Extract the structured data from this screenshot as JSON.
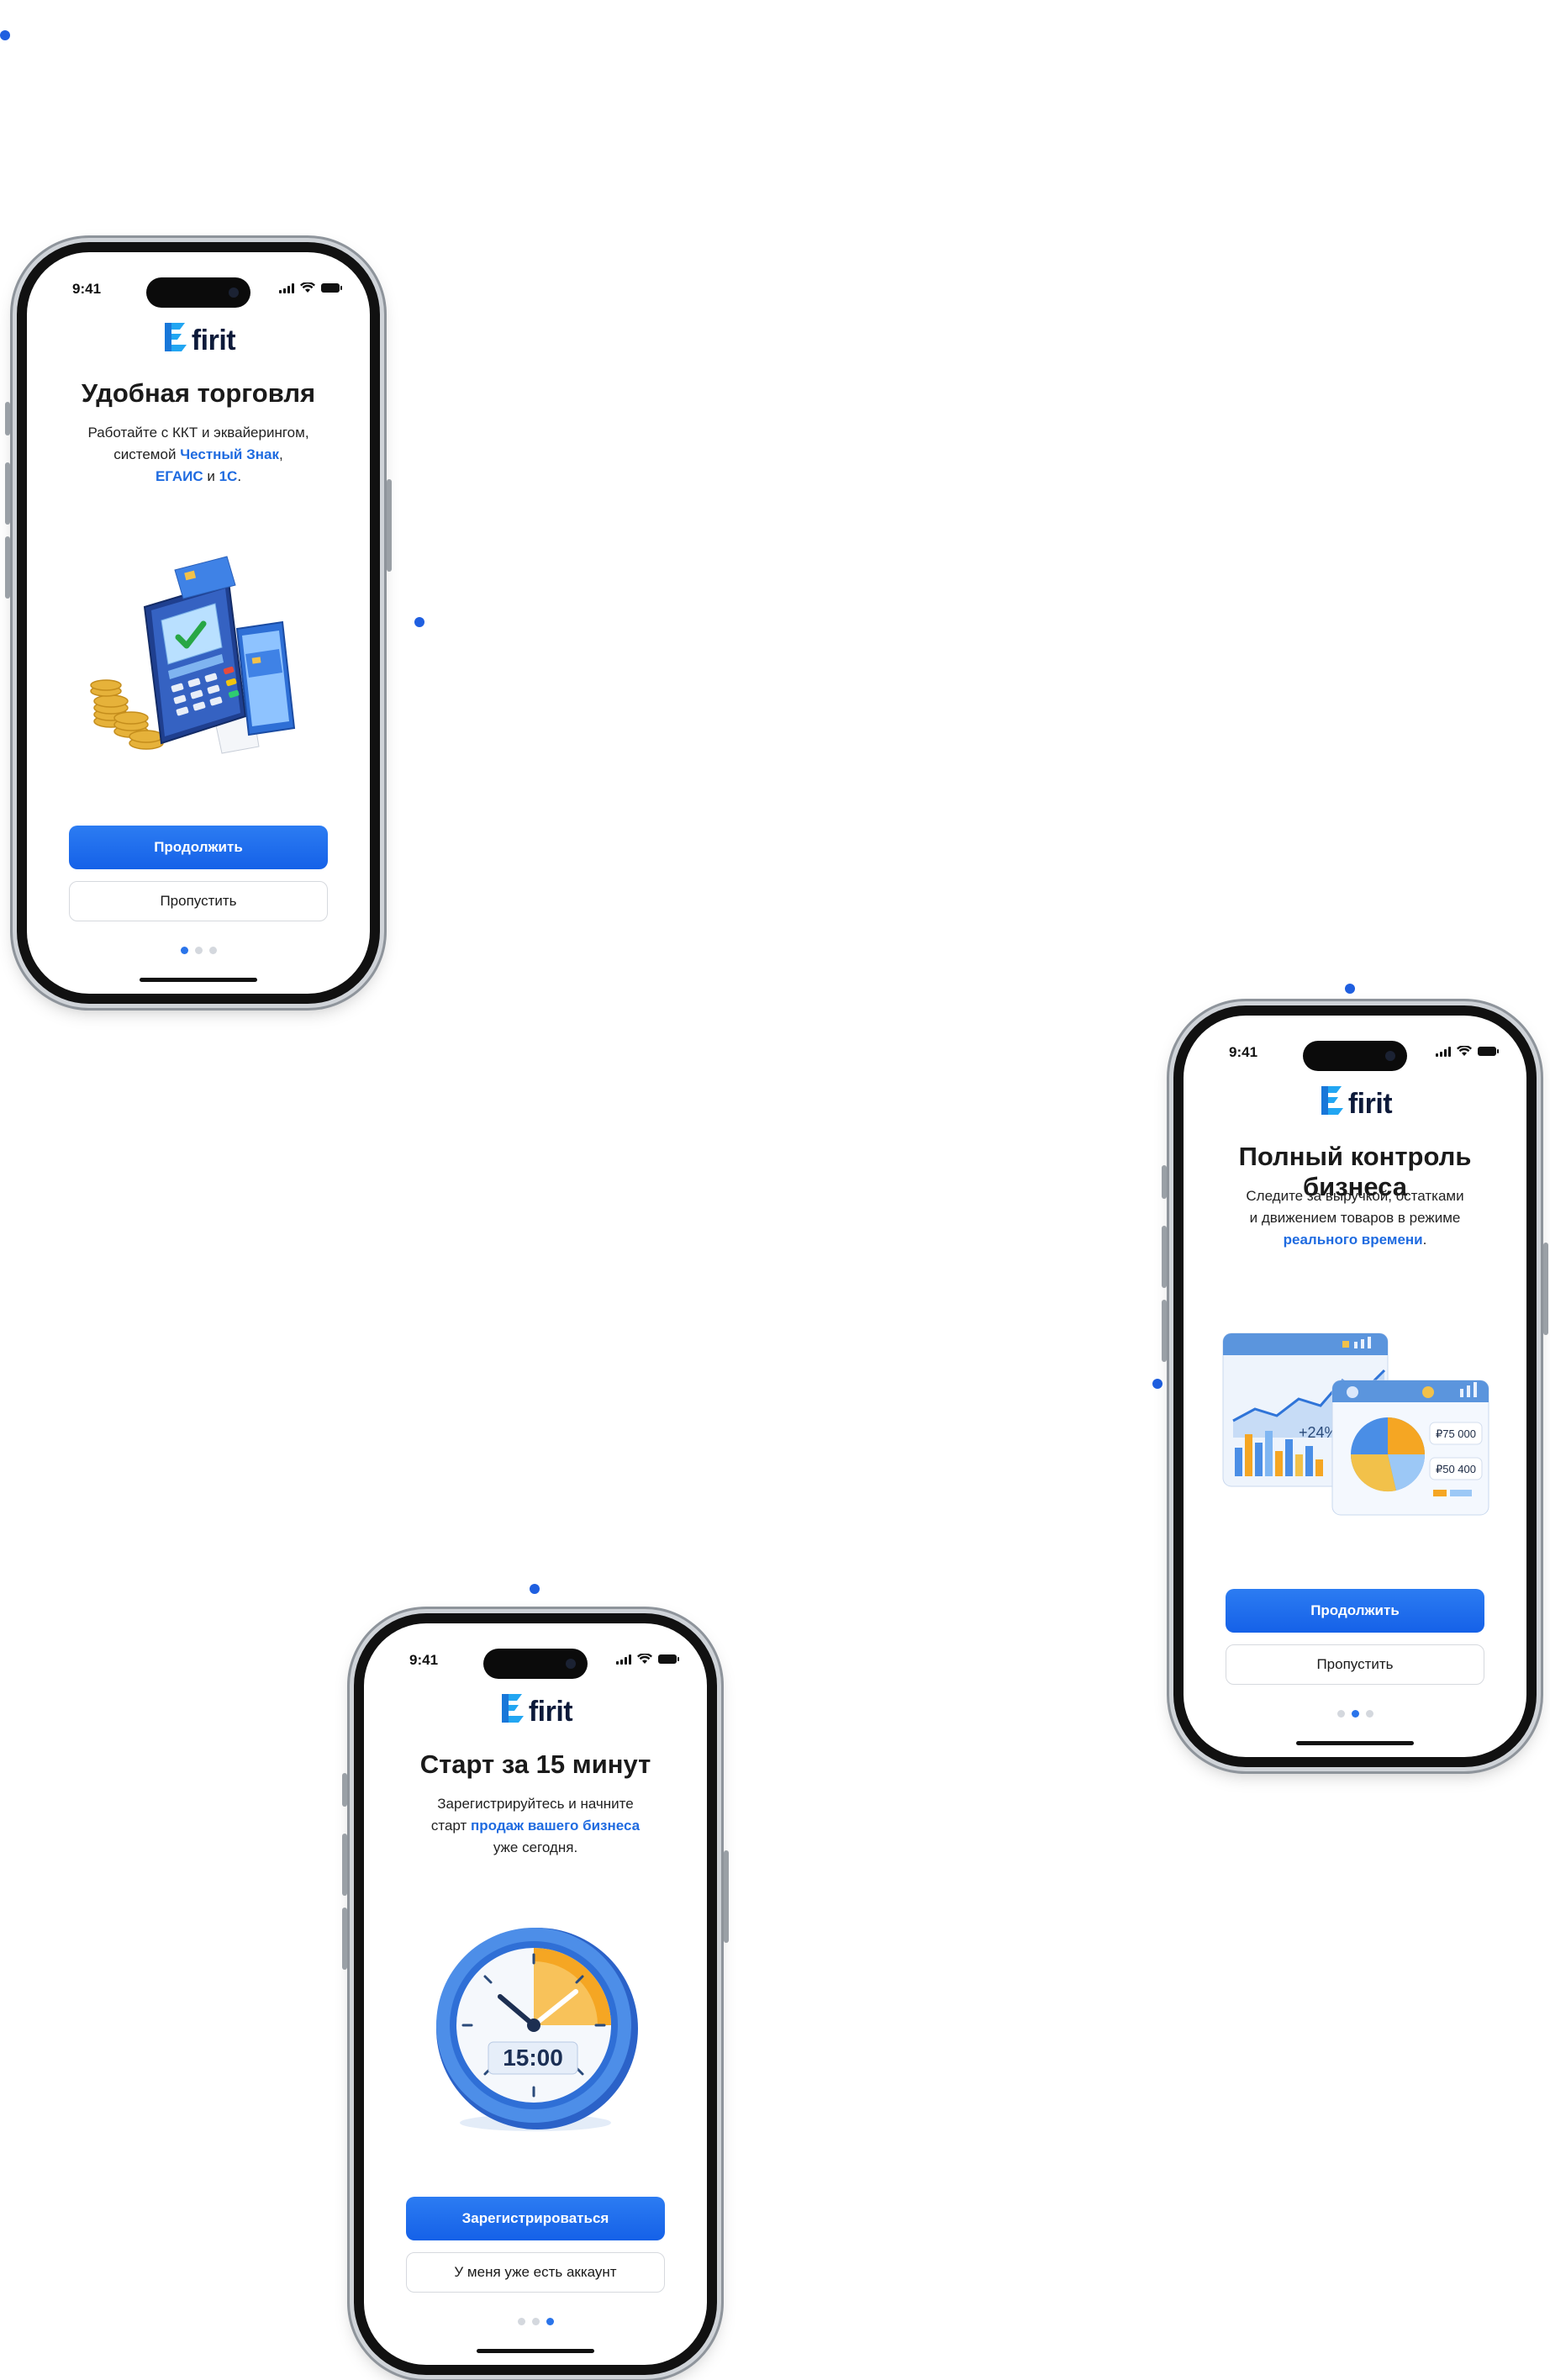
{
  "colors": {
    "accent": "#1f6be0",
    "dot": "#1f5fe0"
  },
  "screens": [
    {
      "time": "9:41",
      "logo_text": "firit",
      "title": "Удобная торговля",
      "desc_pre1": "Работайте с ККТ и эквайерингом,",
      "desc_pre2": "системой ",
      "link1": "Честный Знак",
      "sep1": ",",
      "link2": "ЕГАИС",
      "sep2": " и ",
      "link3": "1С",
      "end": ".",
      "primary": "Продолжить",
      "secondary": "Пропустить",
      "active_page": 1,
      "illustration": "payment-terminal-icon"
    },
    {
      "time": "9:41",
      "logo_text": "firit",
      "title": "Полный контроль бизнеса",
      "desc_pre1": "Следите за выручкой, остатками",
      "desc_pre2": "и движением товаров в режиме",
      "link1": "реального времени",
      "end": ".",
      "primary": "Продолжить",
      "secondary": "Пропустить",
      "active_page": 2,
      "illustration": "analytics-dashboard-icon",
      "dash_growth": "+24%",
      "dash_val1": "₽75 000",
      "dash_val2": "₽50 400"
    },
    {
      "time": "9:41",
      "logo_text": "firit",
      "title": "Старт за 15 минут",
      "desc_pre1": "Зарегистрируйтесь и начните",
      "desc_pre2": "старт ",
      "link1": "продаж вашего бизнеса",
      "desc_post": "уже сегодня.",
      "primary": "Зарегистрироваться",
      "secondary": "У меня уже есть аккаунт",
      "active_page": 3,
      "illustration": "clock-icon",
      "clock_label": "15:00"
    }
  ]
}
